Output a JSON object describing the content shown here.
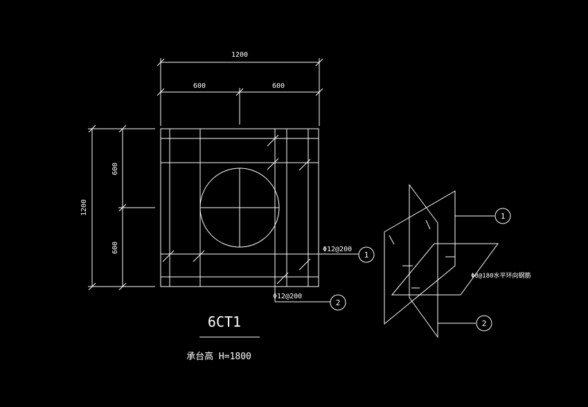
{
  "colors": {
    "background": "#000000",
    "lines": "#ffffff"
  },
  "dimensions": {
    "total_top": "1200",
    "left_half": "600",
    "right_half": "600",
    "total_left": "1200",
    "upper_left": "600",
    "lower_left": "600"
  },
  "rebar": {
    "bar1": "Φ12@200",
    "bar2": "Φ12@200",
    "horizontal_note": "Φ8@180水平环向钢筋"
  },
  "markers": {
    "one": "1",
    "two": "2",
    "one_3d": "1",
    "two_3d": "2"
  },
  "title": {
    "label": "6CT1",
    "subtitle": "承台高 H=1800"
  }
}
